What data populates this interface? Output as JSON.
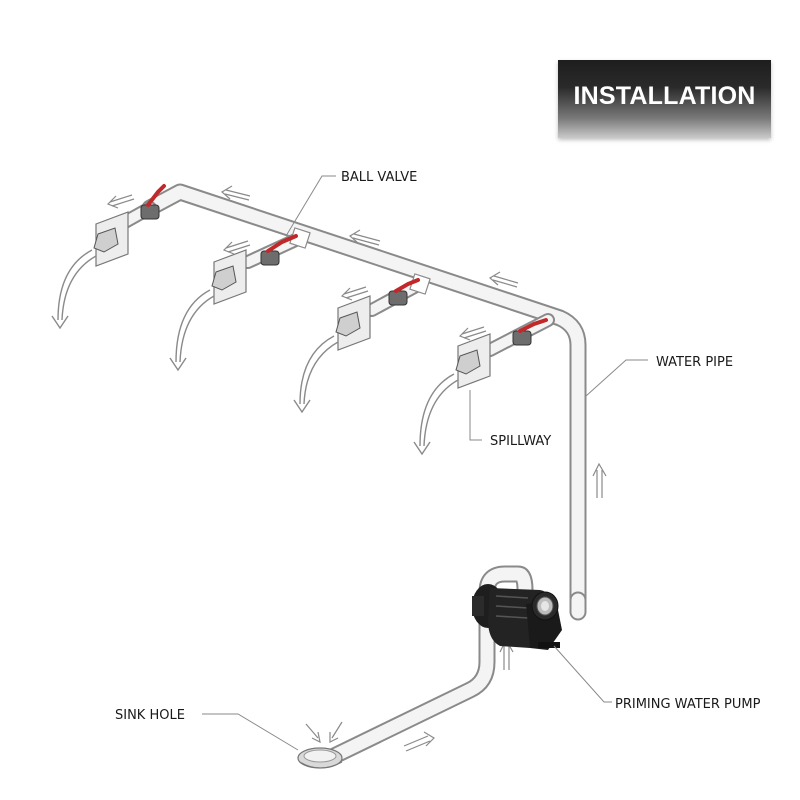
{
  "title": "INSTALLATION",
  "labels": {
    "ball_valve": "BALL VALVE",
    "water_pipe": "WATER PIPE",
    "spillway": "SPILLWAY",
    "sink_hole": "SINK HOLE",
    "pump": "PRIMING WATER PUMP"
  },
  "colors": {
    "valve_handle": "#c0282a",
    "pipe_outline": "#8a8a8a",
    "pipe_fill": "#f4f4f4",
    "pump": "#1e1e1e",
    "title_bg_top": "#1e1e1e",
    "title_bg_bottom": "#c9c9c9"
  },
  "icons": {
    "flow_arrow": "double-line-arrow",
    "valve": "ball-valve-icon",
    "outlet": "spillway-outlet-icon",
    "pump": "pump-icon",
    "drain": "sink-hole-icon"
  },
  "outlet_count": 4
}
